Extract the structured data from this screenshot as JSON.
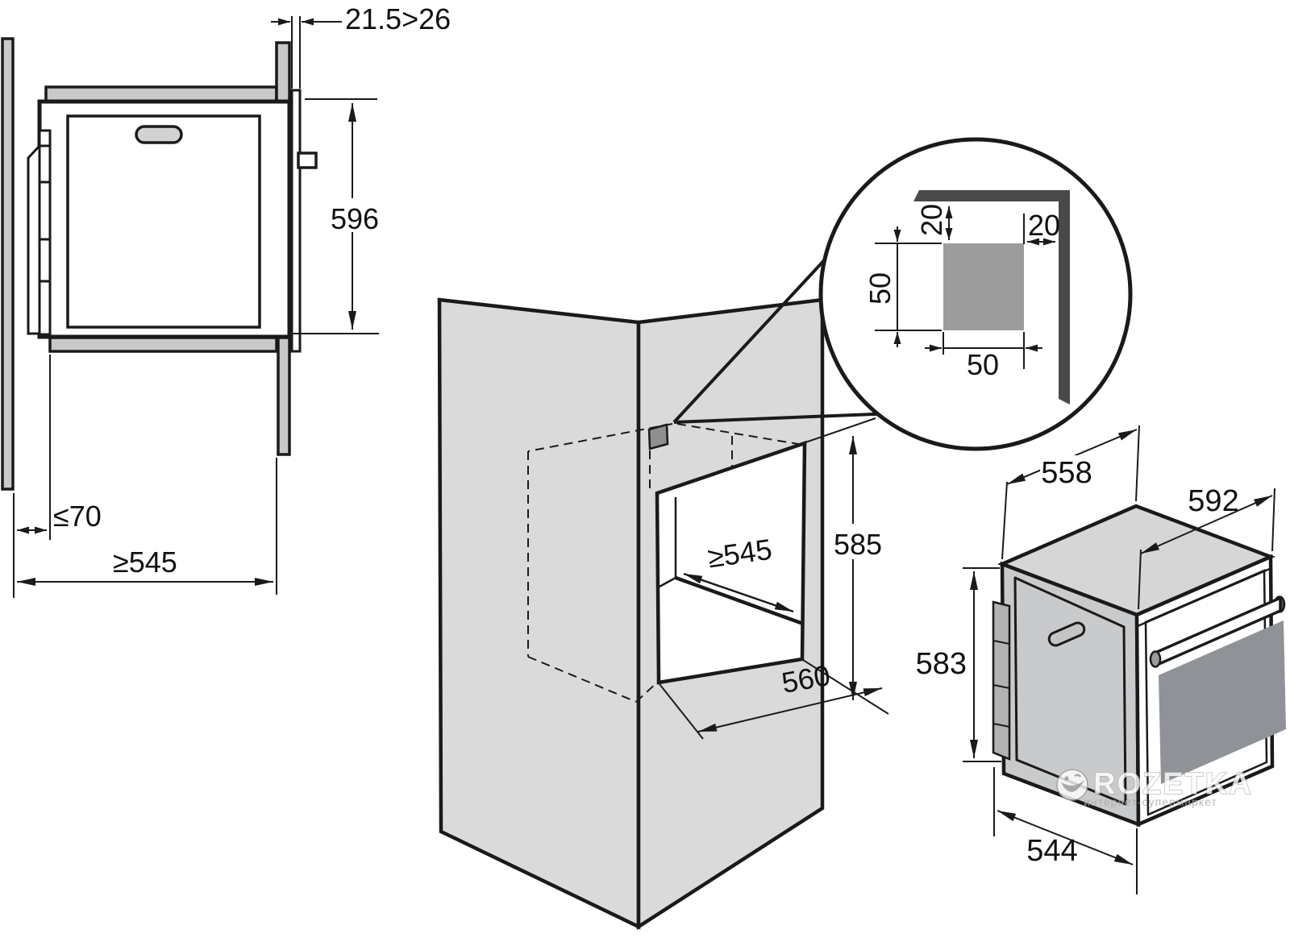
{
  "side_view": {
    "front_gap": "21.5>26",
    "height": "596",
    "rear_gap": "≤70",
    "min_depth": "≥545"
  },
  "niche_view": {
    "min_depth": "≥545",
    "opening_height": "585",
    "opening_width": "560"
  },
  "vent_detail": {
    "offset_top": "20",
    "offset_side": "20",
    "vent_height": "50",
    "vent_width": "50"
  },
  "oven_view": {
    "top_depth": "558",
    "front_width": "592",
    "body_height": "583",
    "bottom_depth": "544"
  },
  "watermark": {
    "brand": "ROZETKA",
    "subtitle": "интернет-супермаркет"
  },
  "colors": {
    "line": "#1a1a1a",
    "panel_gray": "#c9c9c9",
    "cabinet_face_gray": "#dadada",
    "oven_top_gray": "#d6d6d6",
    "oven_side_gray": "#c8cacc",
    "door_glass_gray": "#8f9296",
    "vent_square_gray": "#9c9c9c",
    "corner_profile_dark": "#4a4a4a"
  }
}
